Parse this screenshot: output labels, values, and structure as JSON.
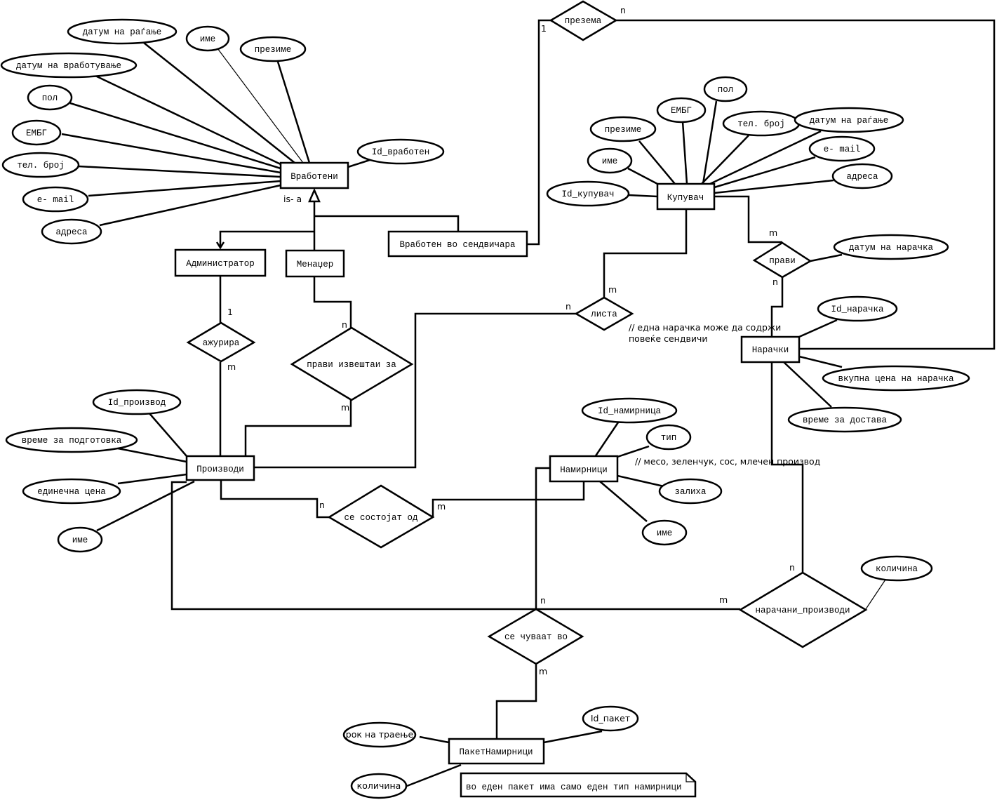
{
  "entities": {
    "vraboteni": "Вработени",
    "administrator": "Администратор",
    "menadzer": "Менаџер",
    "vraboten_sendvicara": "Вработен во сендвичара",
    "kupuvach": "Купувач",
    "naracki": "Нарачки",
    "proizvodi": "Производи",
    "namirnici": "Намирници",
    "paket": "ПакетНамирници"
  },
  "relationships": {
    "prezema": "презема",
    "pravi": "прави",
    "lista": "листа",
    "azurira": "ажурира",
    "pravi_izvestai": "прави извештаи за",
    "se_sostojat": "се состојат од",
    "se_cuvaat": "се чуваат во",
    "naracani_proizvodi": "нарачани_производи"
  },
  "attributes": {
    "vraboteni": {
      "datum_ragjanje": "датум на раѓање",
      "ime": "име",
      "prezime": "презиме",
      "datum_vrabotuvanje": "датум на вработување",
      "pol": "пол",
      "embg": "ЕМБГ",
      "tel": "тел. број",
      "email": "e- mail",
      "adresa": "адреса",
      "id": "Id_вработен"
    },
    "kupuvach": {
      "pol": "пол",
      "embg": "ЕМБГ",
      "prezime": "презиме",
      "tel": "тел. број",
      "datum_ragjanje": "датум на раѓање",
      "ime": "име",
      "email": "e- mail",
      "id": "Id_купувач",
      "adresa": "адреса"
    },
    "pravi": {
      "datum_naracka": "датум на нарачка"
    },
    "naracki": {
      "id": "Id_нарачка",
      "vkupna_cena": "вкупна цена на нарачка",
      "vreme_dostava": "време за достава"
    },
    "proizvodi": {
      "id": "Id_производ",
      "vreme_podgotovka": "време за подготовка",
      "edinecna_cena": "единечна цена",
      "ime": "име"
    },
    "namirnici": {
      "id": "Id_намирница",
      "tip": "тип",
      "zaliha": "залиха",
      "ime": "име"
    },
    "naracani_proizvodi": {
      "kolicina": "количина"
    },
    "paket": {
      "rok": "рок на траење",
      "id": "Id_пакет",
      "kolicina": "количина"
    }
  },
  "cardinalities": {
    "prezema_left": "1",
    "prezema_right": "n",
    "pravi_top": "m",
    "pravi_bottom": "n",
    "lista_top": "m",
    "lista_left": "n",
    "azurira_top": "1",
    "azurira_bottom": "m",
    "izvestai_top": "n",
    "izvestai_bottom": "m",
    "sostojat_left": "n",
    "sostojat_right": "m",
    "cuvaat_top": "n",
    "cuvaat_bottom": "m",
    "naracani_top": "n",
    "naracani_left": "m"
  },
  "labels": {
    "isa": "is- a",
    "note_lista_1": "// една нарачка може да содржи",
    "note_lista_2": "повеќе сендвичи",
    "note_tip": "// месо, зеленчук, сос, млечен производ",
    "note_paket": "во еден пакет има само еден тип намирници"
  }
}
